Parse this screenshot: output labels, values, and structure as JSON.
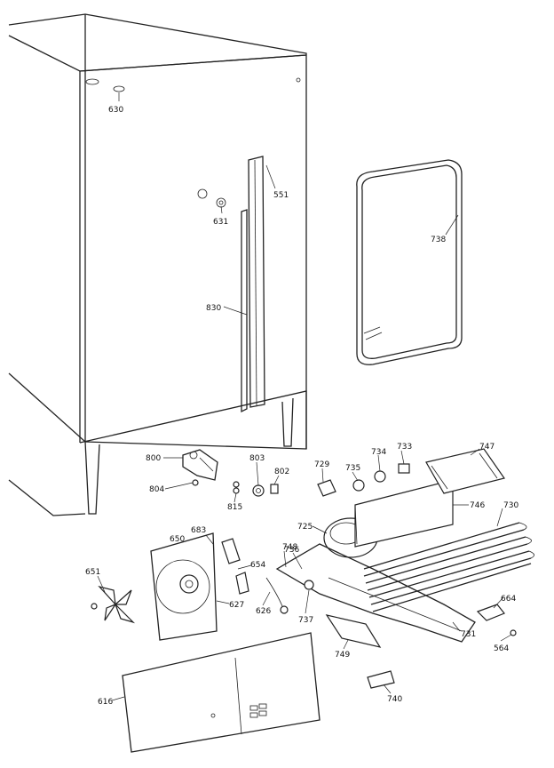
{
  "parts": {
    "p630": "630",
    "p551": "551",
    "p631": "631",
    "p830": "830",
    "p738": "738",
    "p800": "800",
    "p803": "803",
    "p802": "802",
    "p804": "804",
    "p815": "815",
    "p729": "729",
    "p735": "735",
    "p734": "734",
    "p733": "733",
    "p747": "747",
    "p746": "746",
    "p730": "730",
    "p725": "725",
    "p683": "683",
    "p650": "650",
    "p748": "748",
    "p736": "736",
    "p654": "654",
    "p651": "651",
    "p627": "627",
    "p626": "626",
    "p737": "737",
    "p664": "664",
    "p731": "731",
    "p749": "749",
    "p564": "564",
    "p616": "616",
    "p740": "740"
  }
}
